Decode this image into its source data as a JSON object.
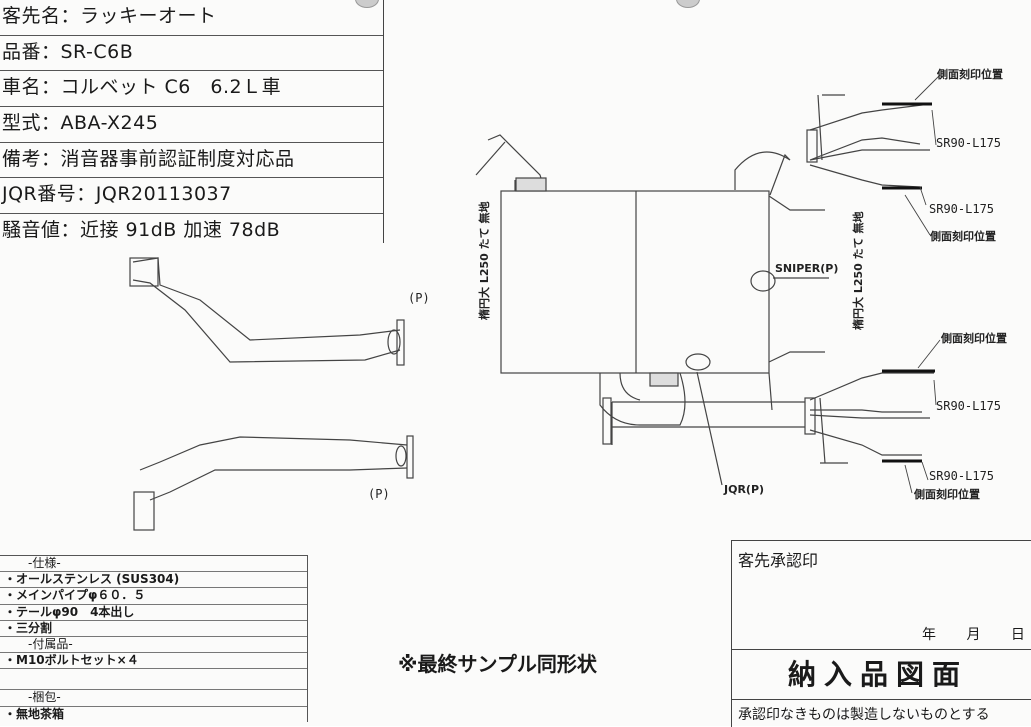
{
  "info": {
    "customer": "客先名：ラッキーオート",
    "part_no": "品番：SR-C6B",
    "car_name": "車名：コルベット C6　6.2Ｌ車",
    "model": "型式：ABA-X245",
    "remarks": "備考：消音器事前認証制度対応品",
    "jqr_no": "JQR番号：JQR20113037",
    "noise": "騒音値：近接 91dB 加速 78dB"
  },
  "spec": {
    "header": "-仕様-",
    "items": [
      "・オールステンレス (SUS304)",
      "・メインパイプφ６０．５",
      "・テールφ90　4本出し",
      "・三分割"
    ],
    "accessories_header": "-付属品-",
    "accessories": [
      "・M10ボルトセット×４",
      ""
    ],
    "packaging_header": "-梱包-",
    "packaging": [
      "・無地茶箱"
    ]
  },
  "drawing": {
    "p_label": "(P)",
    "muffler_label": "楕円大 L250 たて 無地",
    "sniper": "SNIPER(P)",
    "jqr": "JQR(P)",
    "tip": "SR90-L175",
    "engrave": "側面刻印位置"
  },
  "final_note": "※最終サンプル同形状",
  "approval": {
    "stamp_label": "客先承認印",
    "date": "年 月 日",
    "title": "納入品図面",
    "note": "承認印なきものは製造しないものとする"
  }
}
